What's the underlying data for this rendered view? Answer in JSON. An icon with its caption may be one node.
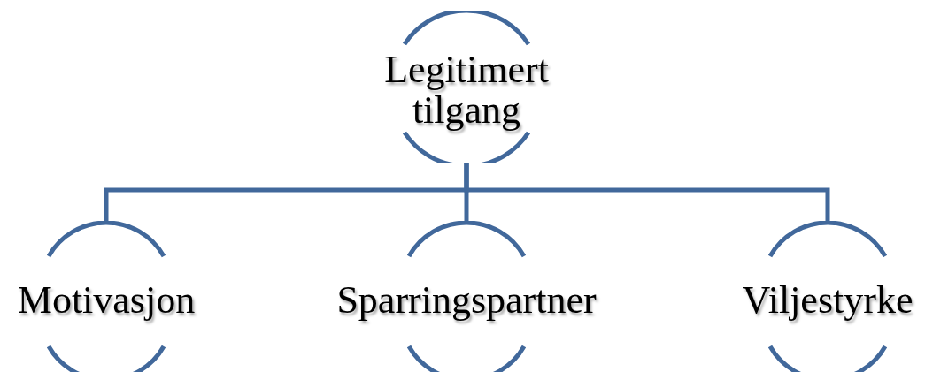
{
  "diagram": {
    "nodes": [
      {
        "text": [
          "Legitimert tilgang"
        ]
      },
      {
        "text": [
          "Motivasjon"
        ]
      },
      {
        "text": [
          "Sparringspartner"
        ]
      },
      {
        "text": [
          "Viljestyrke"
        ]
      }
    ],
    "edges": [
      {
        "from": 0,
        "to": 1,
        "arrow": "none"
      },
      {
        "from": 0,
        "to": 2,
        "arrow": "none"
      },
      {
        "from": 0,
        "to": 3,
        "arrow": "none"
      }
    ]
  }
}
